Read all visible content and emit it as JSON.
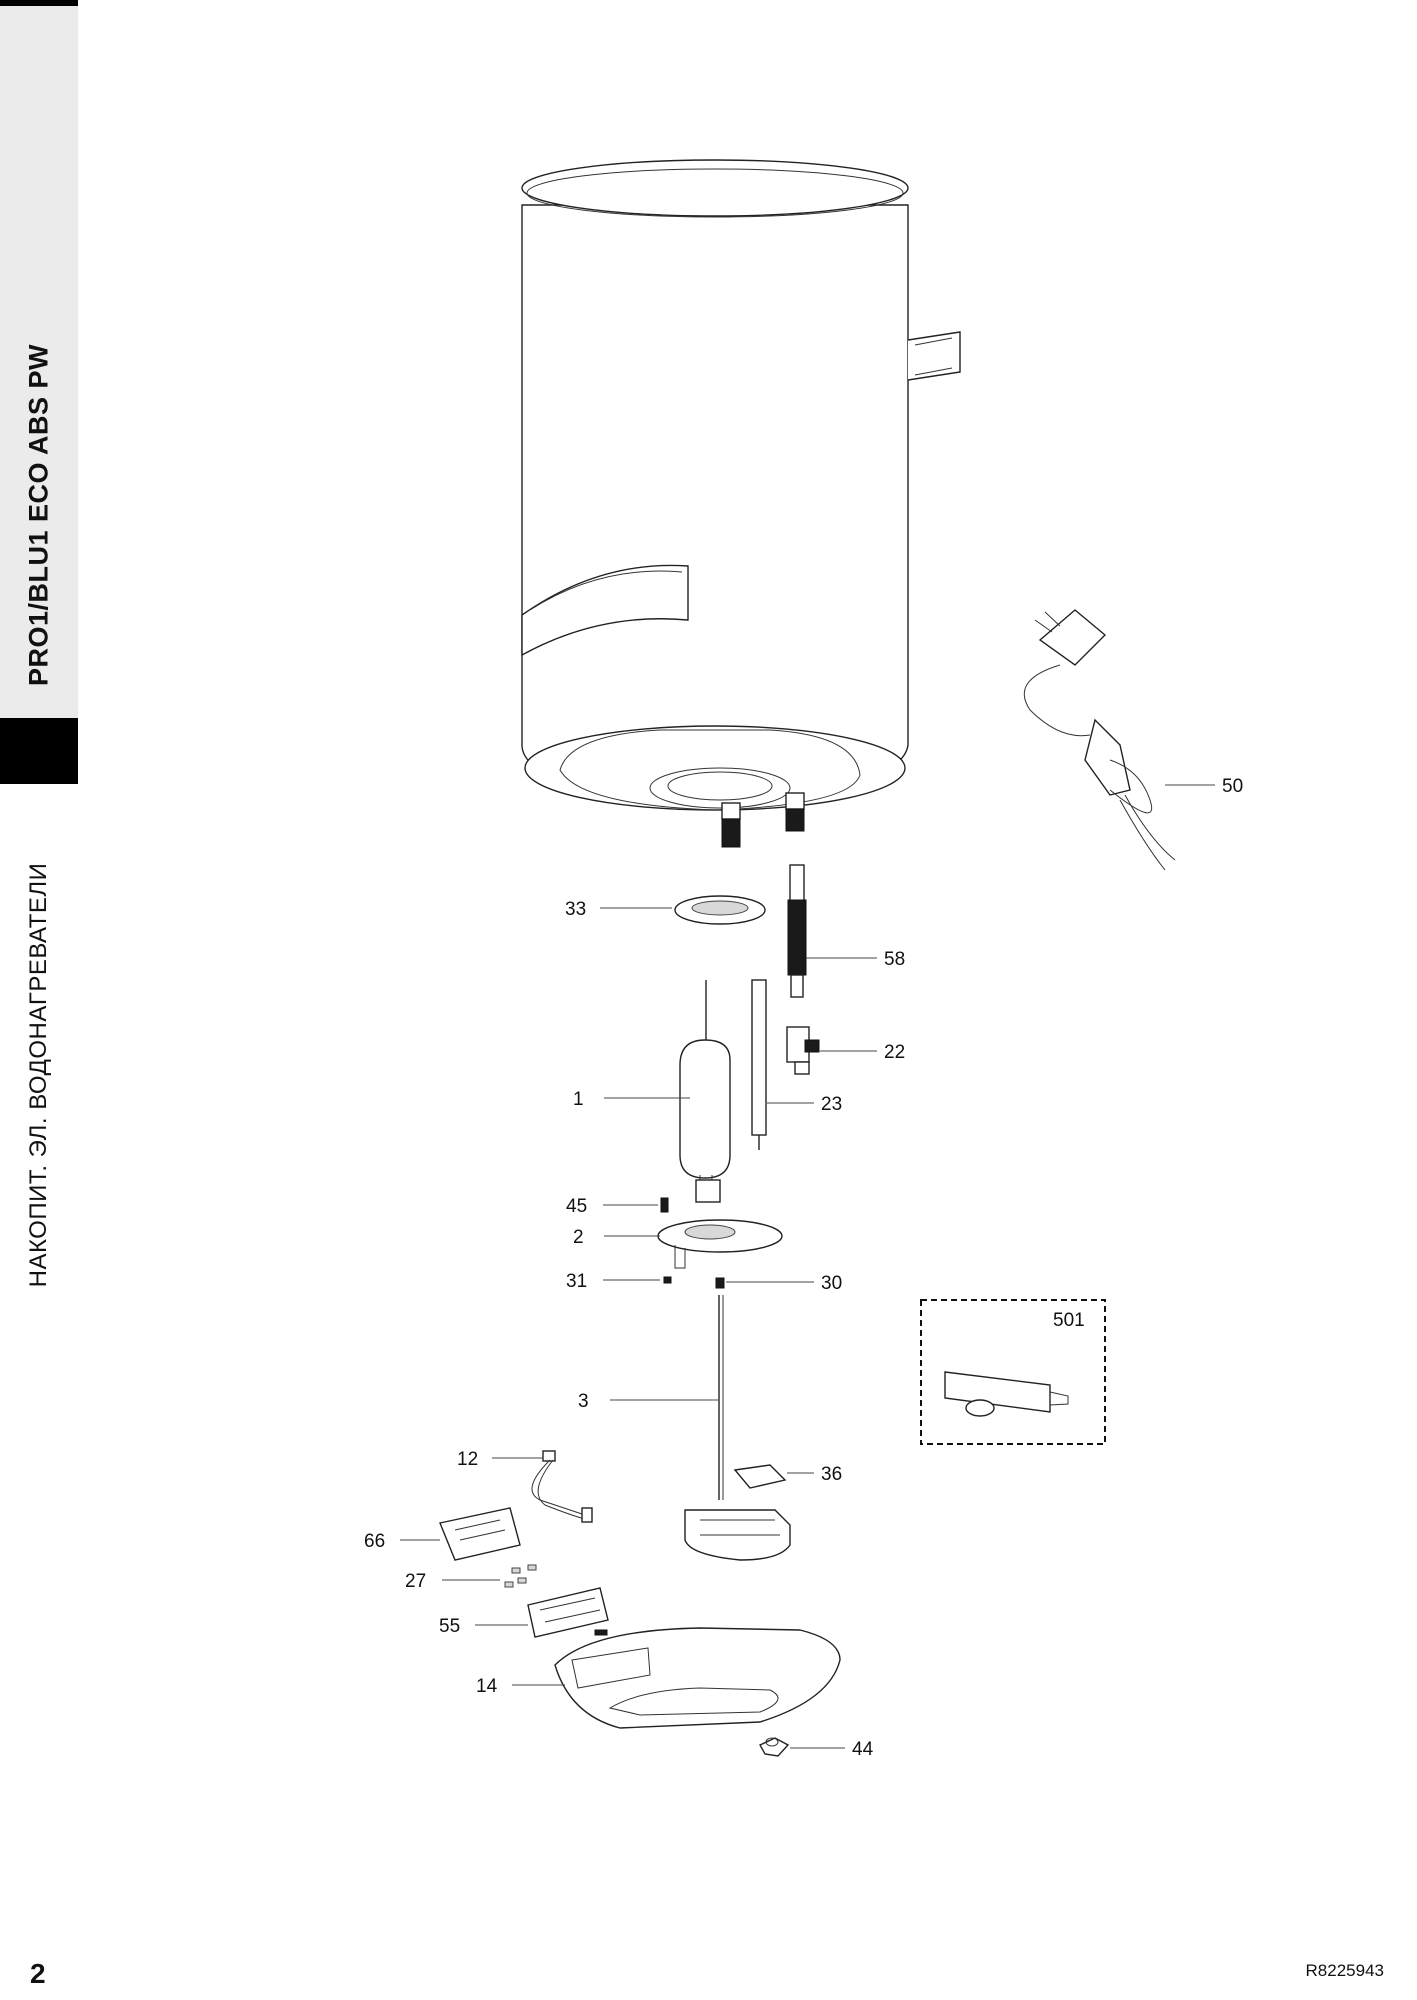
{
  "sidebar": {
    "model_title": "PRO1/BLU1 ECO ABS PW",
    "category": "НАКОПИТ. ЭЛ. ВОДОНАГРЕВАТЕЛИ"
  },
  "page_number": "2",
  "document_code": "R8225943",
  "callouts": {
    "c50": "50",
    "c33": "33",
    "c58": "58",
    "c22": "22",
    "c1": "1",
    "c23": "23",
    "c45": "45",
    "c2": "2",
    "c31": "31",
    "c30": "30",
    "c501": "501",
    "c3": "3",
    "c12": "12",
    "c36": "36",
    "c66": "66",
    "c27": "27",
    "c55": "55",
    "c14": "14",
    "c44": "44"
  },
  "colors": {
    "sidebar_grey": "#ebebeb",
    "sidebar_black": "#000000",
    "line": "#222222"
  }
}
